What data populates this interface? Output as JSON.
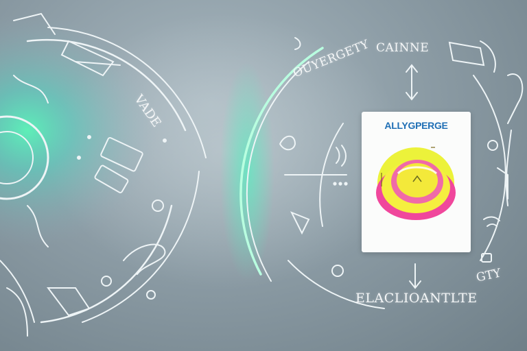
{
  "artwork": {
    "text_curve_top_left": "OUYERGETY",
    "text_top_right": "CAINNE",
    "text_bottom": "ELACLIOANTLTE",
    "text_bottom_right": "GTY",
    "text_left": "VADE"
  },
  "card": {
    "title": "ALLYGPERGE"
  },
  "colors": {
    "background": "#8d9da6",
    "glow_green": "#48f0b0",
    "line_white": "#eef4f6",
    "card_title_blue": "#1f6fb5",
    "badge_yellow": "#ecf23a",
    "badge_pink": "#f0479c"
  }
}
